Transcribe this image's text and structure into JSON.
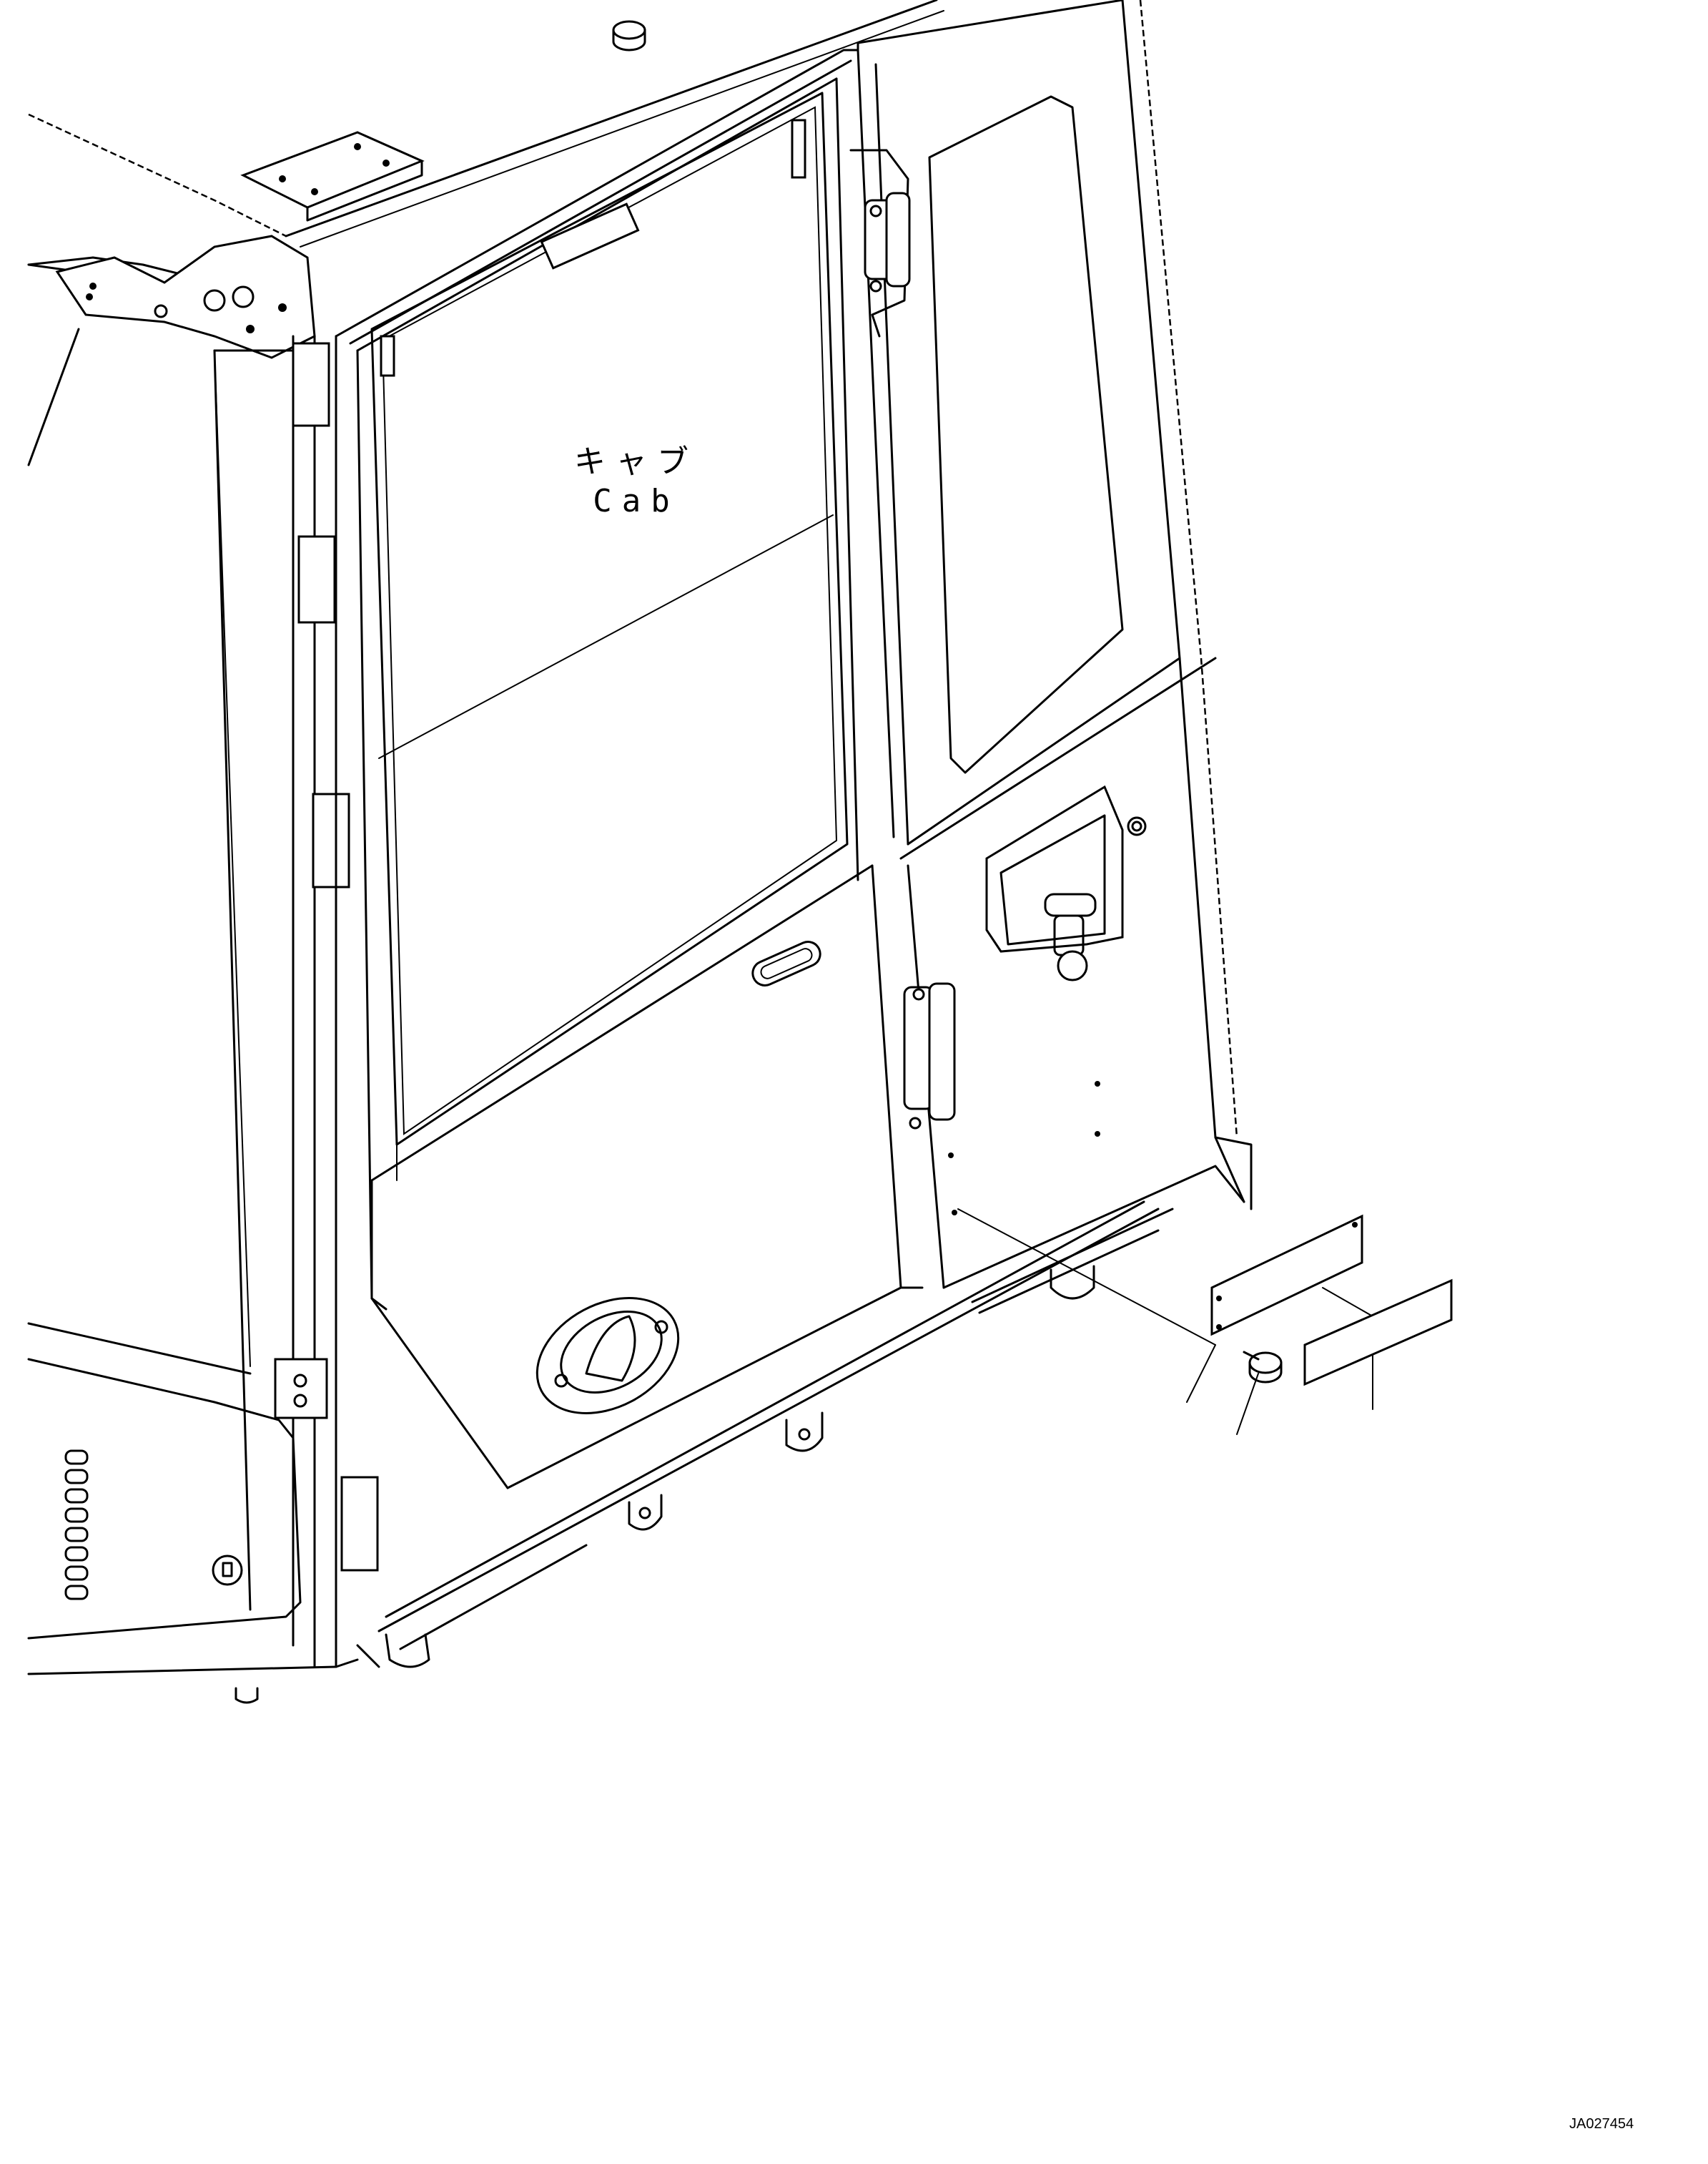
{
  "labels": {
    "cab_jp": "キャブ",
    "cab_en": "Cab"
  },
  "drawing_number": "JA027454",
  "callout_count": 3,
  "colors": {
    "line": "#000000",
    "background": "#ffffff"
  }
}
